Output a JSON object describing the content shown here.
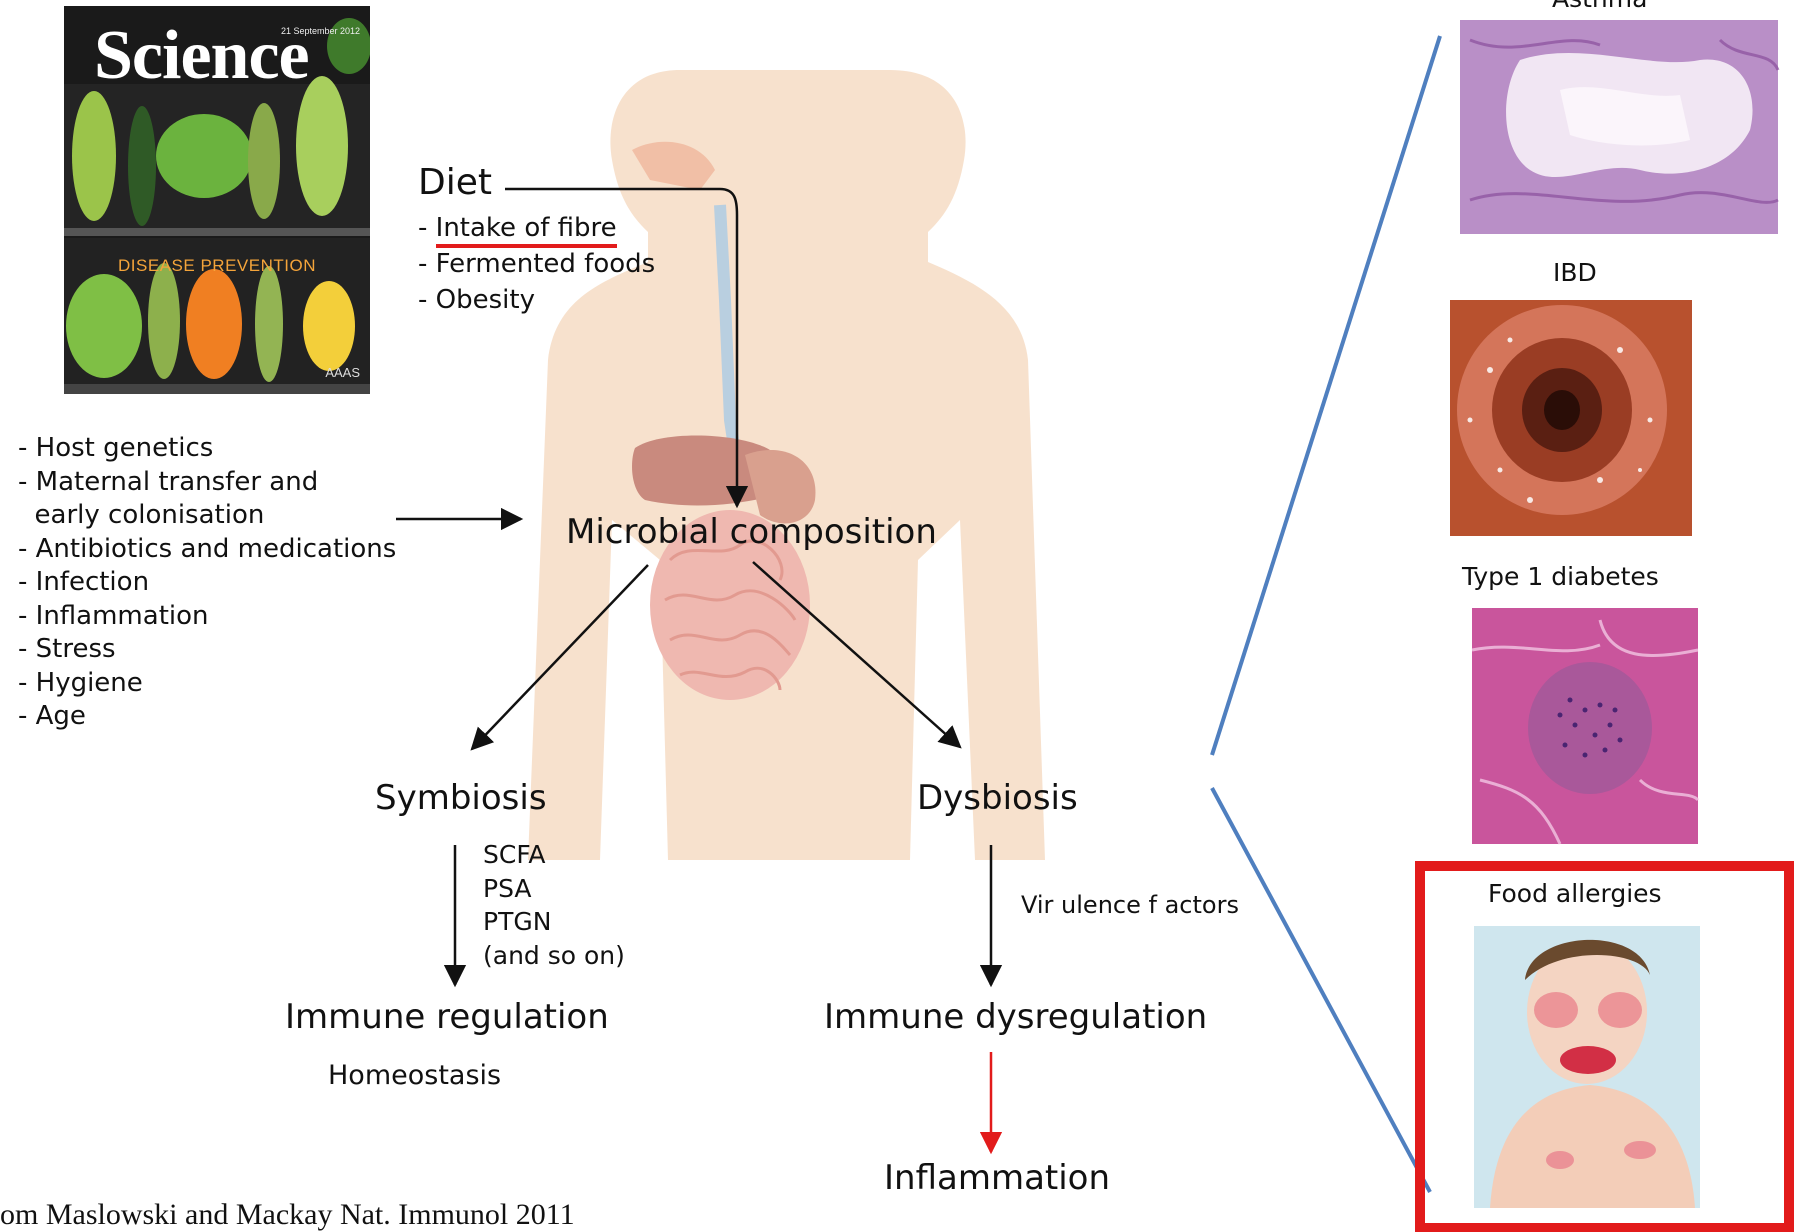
{
  "cover": {
    "masthead": "Science",
    "date": "21 September 2012",
    "feature": "DISEASE PREVENTION",
    "publisher": "AAAS"
  },
  "diet": {
    "title": "Diet",
    "items": [
      "- Intake of fibre",
      "- Fermented foods",
      "- Obesity"
    ],
    "item_prefix": "- ",
    "highlighted_item": "Intake of fibre"
  },
  "factors": [
    "- Host genetics",
    "- Maternal transfer and",
    "  early colonisation",
    "- Antibiotics and medications",
    "- Infection",
    "- Inflammation",
    "- Stress",
    "- Hygiene",
    "- Age"
  ],
  "center": {
    "microbial_composition": "Microbial composition",
    "symbiosis": "Symbiosis",
    "dysbiosis": "Dysbiosis",
    "molecules": [
      "SCFA",
      "PSA",
      "PTGN",
      "(and so on)"
    ],
    "virulence": "Vir ulence f actors",
    "immune_regulation": "Immune regulation",
    "homeostasis": "Homeostasis",
    "immune_dysregulation": "Immune dysregulation",
    "inflammation": "Inflammation"
  },
  "diseases": [
    {
      "label": "Asthma"
    },
    {
      "label": "IBD"
    },
    {
      "label": "Type 1 diabetes"
    },
    {
      "label": "Food allergies",
      "highlighted": true
    }
  ],
  "citation": "om Maslowski and Mackay  Nat. Immunol 2011",
  "colors": {
    "highlight_red": "#e21b1b",
    "connector_blue": "#4f7fbf",
    "body_skin": "#f6dcc4",
    "arrow_black": "#111111",
    "inflammation_arrow": "#e21b1b"
  }
}
